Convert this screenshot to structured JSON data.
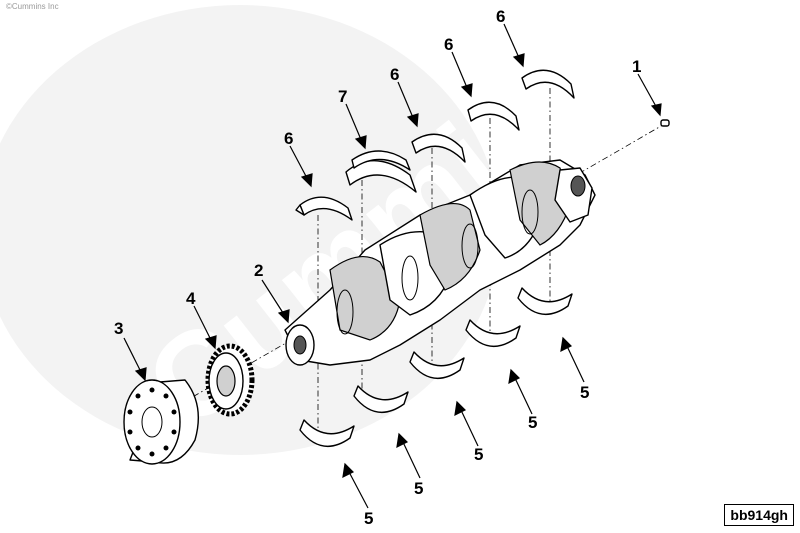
{
  "copyright": "©Cummins Inc",
  "watermark_text": "Cummins",
  "reference_code": "bb914gh",
  "callouts": {
    "c1": "1",
    "c2": "2",
    "c3": "3",
    "c4": "4",
    "c5a": "5",
    "c5b": "5",
    "c5c": "5",
    "c5d": "5",
    "c5e": "5",
    "c6a": "6",
    "c6b": "6",
    "c6c": "6",
    "c6d": "6",
    "c7": "7"
  }
}
